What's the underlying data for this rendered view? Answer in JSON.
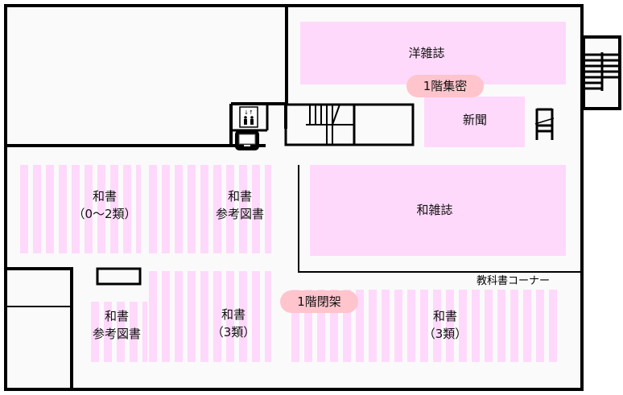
{
  "map": {
    "areas": {
      "western_magazines": "洋雑誌",
      "newspapers": "新聞",
      "japanese_magazines": "和雑誌",
      "japanese_books_0_2": [
        "和書",
        "（0〜2類）"
      ],
      "japanese_reference_upper": [
        "和書",
        "参考図書"
      ],
      "japanese_reference_lower": [
        "和書",
        "参考図書"
      ],
      "japanese_books_3_left": [
        "和書",
        "（3類）"
      ],
      "japanese_books_3_right": [
        "和書",
        "（3類）"
      ],
      "textbook_corner": "教科書コーナー"
    },
    "badges": {
      "compact_stacks": "1階集密",
      "closed_stacks": "1階閉架"
    },
    "icons": [
      "elevator-icon",
      "computer-terminal-icon",
      "stairs-icon"
    ],
    "colors": {
      "zone": "#ffd9fb",
      "badge": "#ffc4cc",
      "wall": "#000000"
    }
  }
}
